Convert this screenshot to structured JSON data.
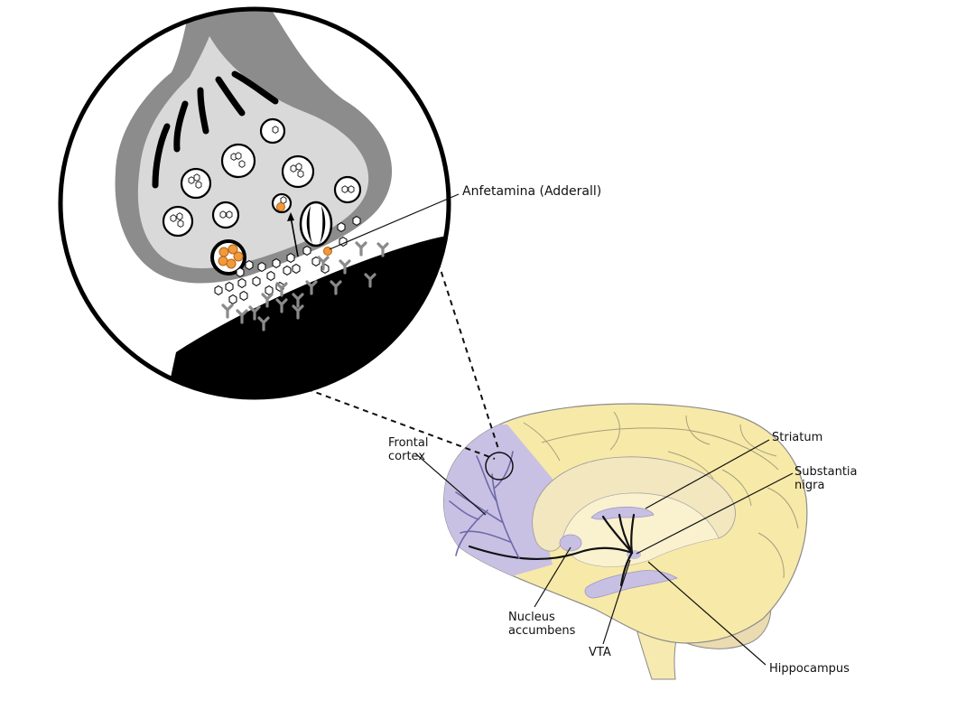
{
  "labels": {
    "amphetamine": "Anfetamina (Adderall)",
    "frontal_cortex": [
      "Frontal",
      "cortex"
    ],
    "striatum": "Striatum",
    "substantia_nigra": [
      "Substantia",
      "nigra"
    ],
    "nucleus_accumbens": [
      "Nucleus",
      "accumbens"
    ],
    "vta": "VTA",
    "hippocampus": "Hippocampus"
  },
  "colors": {
    "brain_outer": "#f7e9a8",
    "brain_mid": "#f3e6bc",
    "brain_inner": "#faf3d6",
    "pathway": "#c7c0e2",
    "pathway_stroke": "#6e6aa8",
    "neuron_cytoplasm": "#d9d9d9",
    "neuron_membrane": "#888888",
    "postsynaptic": "#000000",
    "amphetamine_dot": "#f29a3a"
  }
}
